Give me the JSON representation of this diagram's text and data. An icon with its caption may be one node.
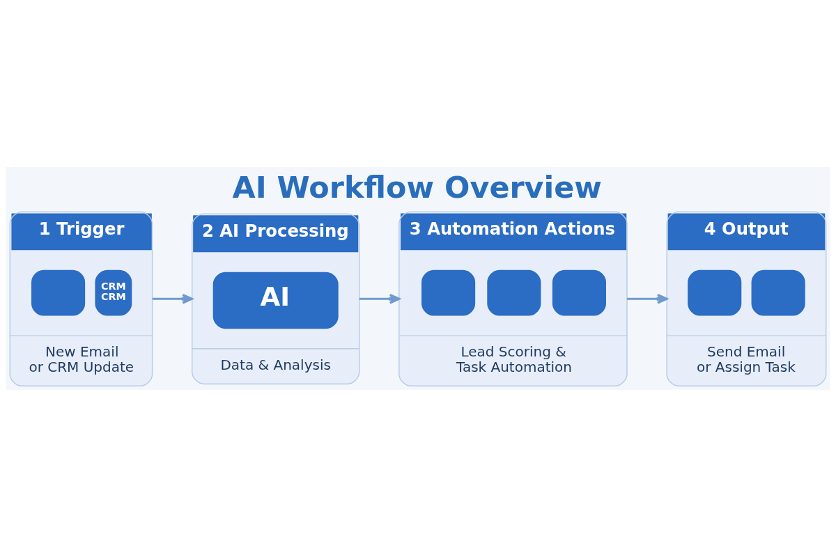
{
  "diagram": {
    "title": "AI Workflow Overview",
    "nodes": [
      {
        "text": [
          "1 Trigger",
          "CRM CRM",
          "New Email or CRM Update"
        ]
      },
      {
        "text": [
          "2 AI Processing",
          "AI",
          "Data & Analysis"
        ]
      },
      {
        "text": [
          "3 Automation Actions",
          "Lead Scoring & Task Automation"
        ]
      },
      {
        "text": [
          "4 Output",
          "Send Email or Assign Task"
        ]
      }
    ],
    "edges": [
      {
        "from": 0,
        "to": 1,
        "arrow": "to"
      },
      {
        "from": 1,
        "to": 2,
        "arrow": "to"
      },
      {
        "from": 2,
        "to": 3,
        "arrow": "to"
      }
    ]
  }
}
